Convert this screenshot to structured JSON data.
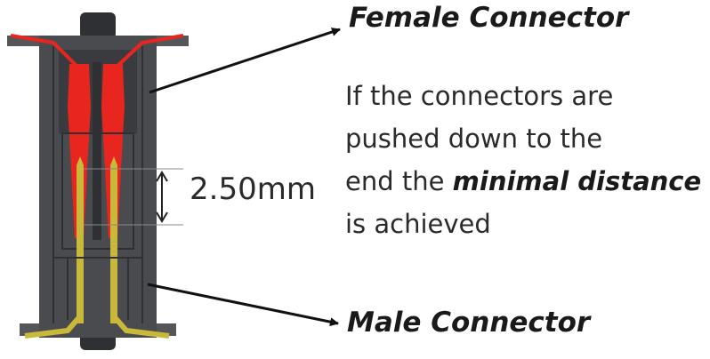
{
  "labels": {
    "female": "Female Connector",
    "male": "Male Connector",
    "dimension": "2.50mm"
  },
  "description": {
    "line1": "If the connectors are",
    "line2": "pushed down to the",
    "line3_prefix": "end the ",
    "line3_emphasis": "minimal distance",
    "line4": "is achieved"
  },
  "colors": {
    "housing": "#4a4b4e",
    "housing_dark": "#2f3033",
    "female_contacts": "#e8261f",
    "male_contacts": "#c9b83a",
    "arrow": "#111111"
  }
}
